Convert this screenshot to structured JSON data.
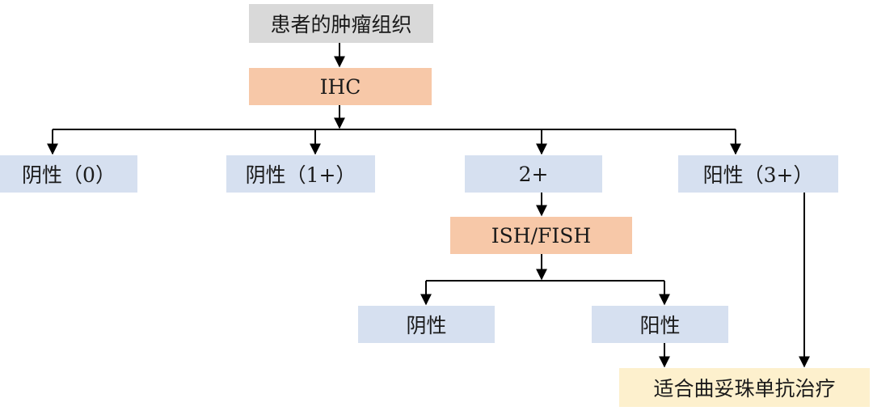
{
  "nodes": {
    "tissue": "患者的肿瘤组织",
    "ihc": "IHC",
    "neg0": "阴性（0）",
    "neg1": "阴性（1+）",
    "two": "2+",
    "pos3": "阳性（3+）",
    "ish": "ISH/FISH",
    "neg": "阴性",
    "pos": "阳性",
    "therapy": "适合曲妥珠单抗治疗"
  },
  "colors": {
    "gray": "#d9d9d9",
    "orange": "#f7c8a8",
    "blue": "#d6e0f0",
    "yellow": "#fdf0cd",
    "line": "#000000"
  }
}
